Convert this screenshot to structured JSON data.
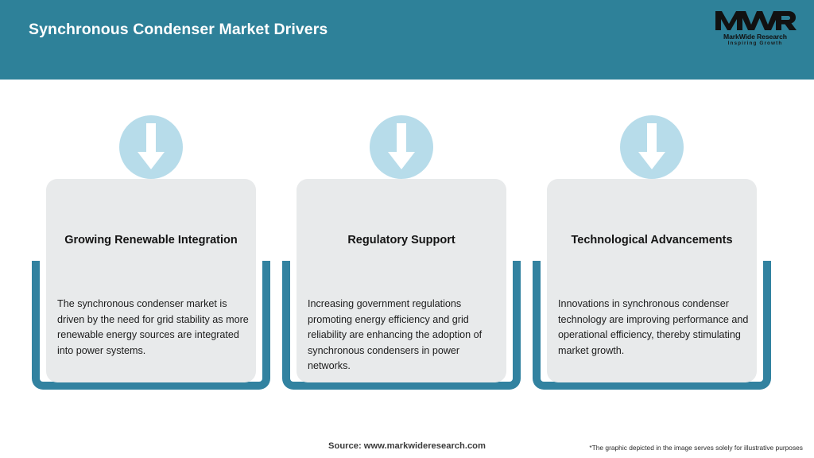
{
  "header": {
    "title": "Synchronous Condenser Market Drivers",
    "background_color": "#2e8199",
    "title_color": "#ffffff"
  },
  "logo": {
    "mark": "MWR",
    "name": "MarkWide Research",
    "tagline": "Inspiring Growth"
  },
  "colors": {
    "teal_bracket": "#3282a0",
    "card_background": "#e8eaeb",
    "icon_circle": "#b7dcea",
    "arrow": "#ffffff"
  },
  "cards": [
    {
      "icon": "arrow-down-icon",
      "title": "Growing Renewable Integration",
      "body": "The synchronous condenser market is driven by the need for grid stability as more renewable energy sources are integrated into power systems."
    },
    {
      "icon": "arrow-down-icon",
      "title": "Regulatory Support",
      "body": "Increasing government regulations promoting energy efficiency and grid reliability are enhancing the adoption of synchronous condensers in power networks."
    },
    {
      "icon": "arrow-down-icon",
      "title": "Technological Advancements",
      "body": "Innovations in synchronous condenser technology are improving performance and operational efficiency, thereby stimulating market growth."
    }
  ],
  "footer": {
    "source": "Source: www.markwideresearch.com",
    "disclaimer": "*The graphic depicted in the image serves solely for illustrative purposes"
  }
}
